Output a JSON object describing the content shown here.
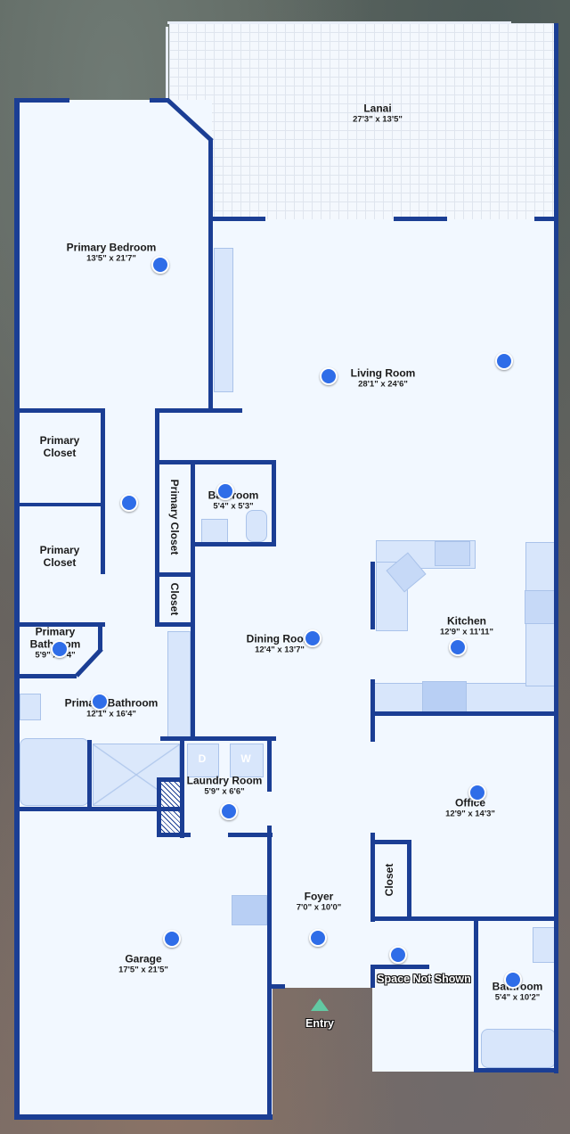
{
  "rooms": {
    "lanai": {
      "name": "Lanai",
      "dims": "27'3\" x 13'5\""
    },
    "primary_bedroom": {
      "name": "Primary Bedroom",
      "dims": "13'5\" x 21'7\""
    },
    "living_room": {
      "name": "Living Room",
      "dims": "28'1\" x 24'6\""
    },
    "primary_closet_1": {
      "name": "Primary\nCloset"
    },
    "primary_closet_2": {
      "name": "Primary\nCloset"
    },
    "primary_closet_vertical": {
      "name": "Primary Closet"
    },
    "closet_small": {
      "name": "Closet"
    },
    "bathroom_1": {
      "name": "Bathroom",
      "dims": "5'4\" x 5'3\""
    },
    "primary_bathroom_small": {
      "name": "Primary\nBathroom",
      "dims": "5'9\" x 3'4\""
    },
    "primary_bathroom": {
      "name": "Primary Bathroom",
      "dims": "12'1\" x 16'4\""
    },
    "dining_room": {
      "name": "Dining Room",
      "dims": "12'4\" x 13'7\""
    },
    "kitchen": {
      "name": "Kitchen",
      "dims": "12'9\" x 11'11\""
    },
    "laundry_room": {
      "name": "Laundry Room",
      "dims": "5'9\" x 6'6\""
    },
    "office": {
      "name": "Office",
      "dims": "12'9\" x 14'3\""
    },
    "closet_office": {
      "name": "Closet"
    },
    "foyer": {
      "name": "Foyer",
      "dims": "7'0\" x 10'0\""
    },
    "garage": {
      "name": "Garage",
      "dims": "17'5\" x 21'5\""
    },
    "bathroom_2": {
      "name": "Bathroom",
      "dims": "5'4\" x 10'2\""
    }
  },
  "appliances": {
    "dryer": "D",
    "washer": "W"
  },
  "annotations": {
    "space_not_shown": "Space Not Shown",
    "entry": "Entry"
  },
  "colors": {
    "wall": "#1b3e94",
    "floor": "#f2f8ff",
    "dot": "#2f6de8",
    "entry": "#62c9a3"
  }
}
